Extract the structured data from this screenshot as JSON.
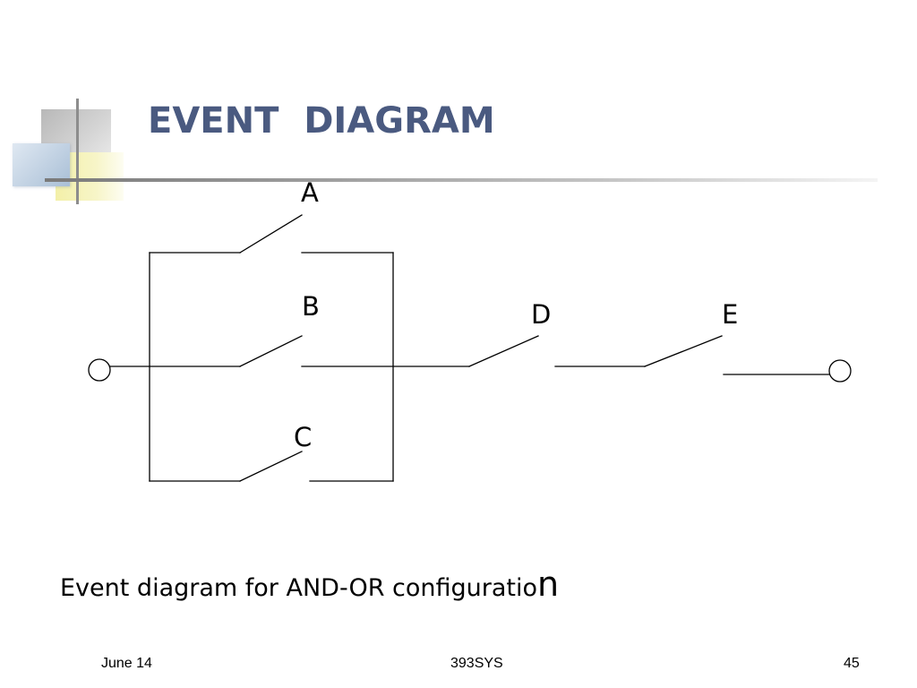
{
  "slide": {
    "title": "EVENT  DIAGRAM",
    "caption_main": "Event diagram for AND-OR configuratio",
    "caption_tail": "n",
    "footer": {
      "date": "June 14",
      "course": "393SYS",
      "page": "45"
    }
  },
  "diagram": {
    "labels": {
      "a": "A",
      "b": "B",
      "c": "C",
      "d": "D",
      "e": "E"
    }
  },
  "colors": {
    "title": "#4a5a80",
    "line": "#000000"
  }
}
